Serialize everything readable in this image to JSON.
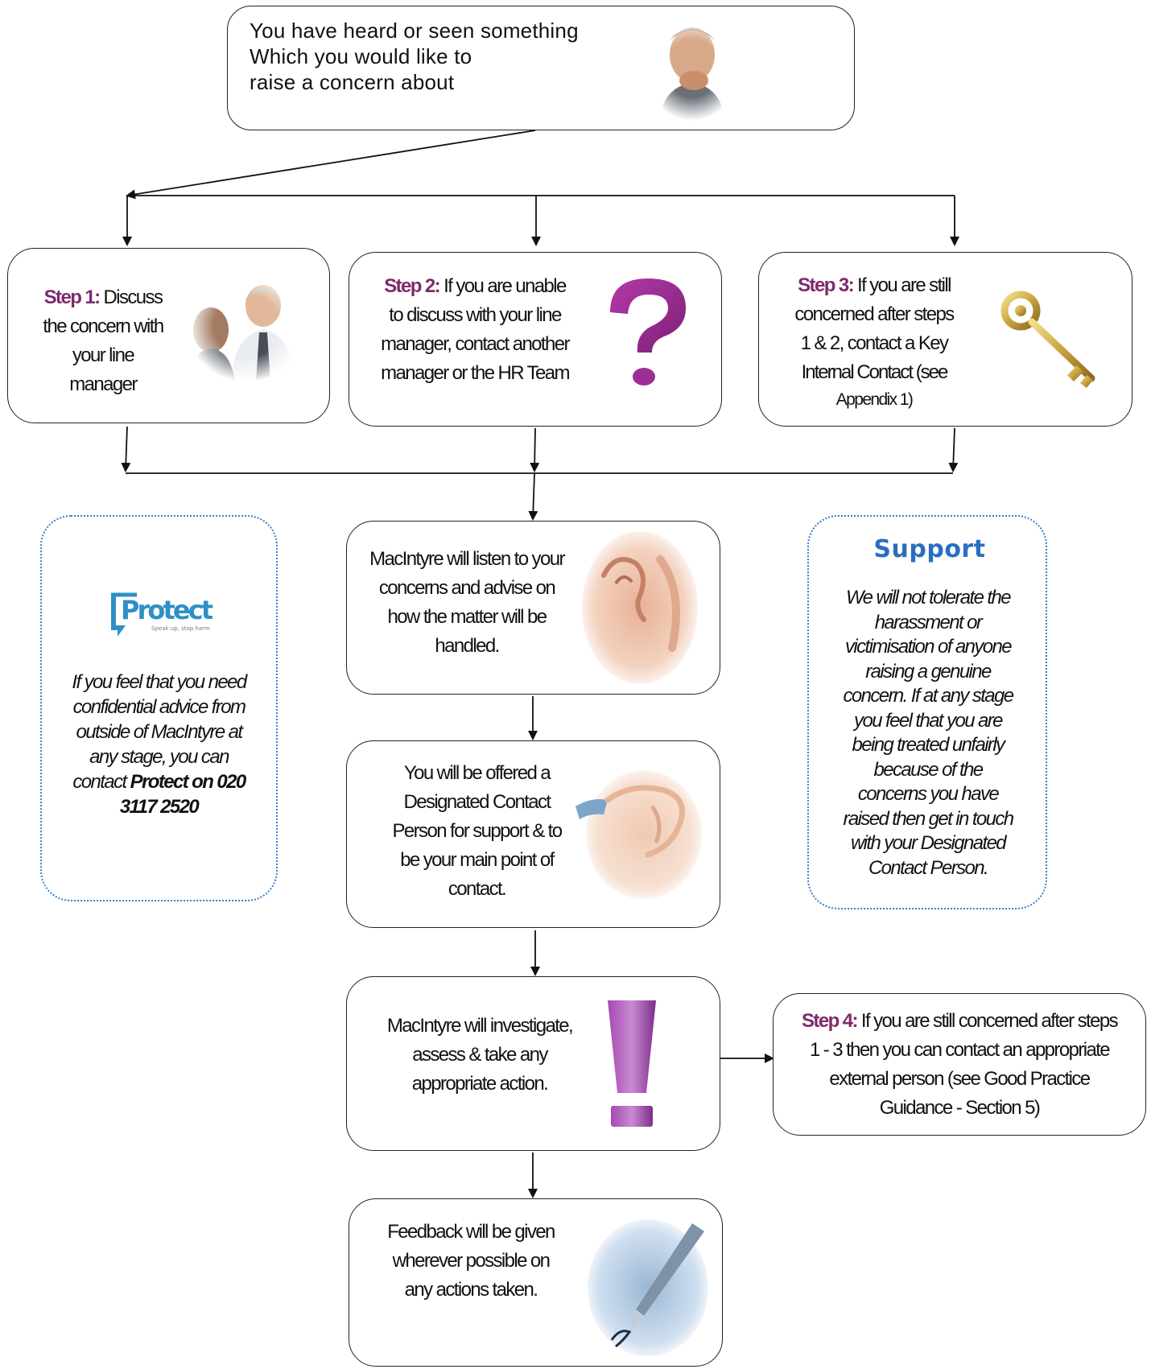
{
  "colors": {
    "step_accent": "#7e2a6b",
    "support_title": "#2a6fbe",
    "dotted_border": "#3d7fc4",
    "protect_logo": "#2f8fc6"
  },
  "start": {
    "lines": [
      "You have heard or seen something",
      "Which you would like to",
      "raise a concern about"
    ],
    "icon": "thinking-man-photo"
  },
  "step1": {
    "label": "Step 1:",
    "lines_first": "Discuss",
    "lines": [
      "the concern with",
      "your line",
      "manager"
    ],
    "icon": "managers-meeting-photo"
  },
  "step2": {
    "label": "Step 2:",
    "lines_first": "If you are unable",
    "lines": [
      "to discuss with your line",
      "manager, contact another",
      "manager or the HR Team"
    ],
    "icon": "question-mark-icon"
  },
  "step3": {
    "label": "Step 3:",
    "lines_first": "If you are still",
    "lines": [
      "concerned after steps",
      "1 & 2, contact a Key",
      "Internal Contact (see",
      "Appendix 1)"
    ],
    "icon": "gold-key-icon"
  },
  "protect": {
    "logo_text": "Protect",
    "logo_tagline": "Speak up, stop harm",
    "lines": [
      "If you feel that you need",
      "confidential advice from",
      "outside of MacIntyre at",
      "any stage, you can"
    ],
    "contact_prefix": "contact",
    "contact_bold": "Protect on 020",
    "contact_bold2": "3117 2520"
  },
  "listen": {
    "lines": [
      "MacIntyre will listen to your",
      "concerns and advise on",
      "how the matter will be",
      "handled."
    ],
    "icon": "ear-listening-photo"
  },
  "support": {
    "title": "Support",
    "lines": [
      "We will not tolerate the",
      "harassment or",
      "victimisation of anyone",
      "raising a genuine",
      "concern. If at any stage",
      "you feel that you are",
      "being treated unfairly",
      "because of the",
      "concerns you have",
      "raised then get in touch",
      "with your Designated",
      "Contact Person."
    ]
  },
  "designated": {
    "lines": [
      "You will be offered a",
      "Designated Contact",
      "Person for support & to",
      "be your main point of",
      "contact."
    ],
    "icon": "supporting-hand-photo"
  },
  "investigate": {
    "lines": [
      "MacIntyre will investigate,",
      "assess & take any",
      "appropriate action."
    ],
    "icon": "exclamation-mark-icon"
  },
  "step4": {
    "label": "Step 4:",
    "lines_first": "If you are still concerned after steps",
    "lines": [
      "1 - 3 then you can contact an appropriate",
      "external person (see Good Practice",
      "Guidance - Section 5)"
    ]
  },
  "feedback": {
    "lines": [
      "Feedback will be given",
      "wherever possible on",
      "any actions taken."
    ],
    "icon": "fountain-pen-photo"
  }
}
